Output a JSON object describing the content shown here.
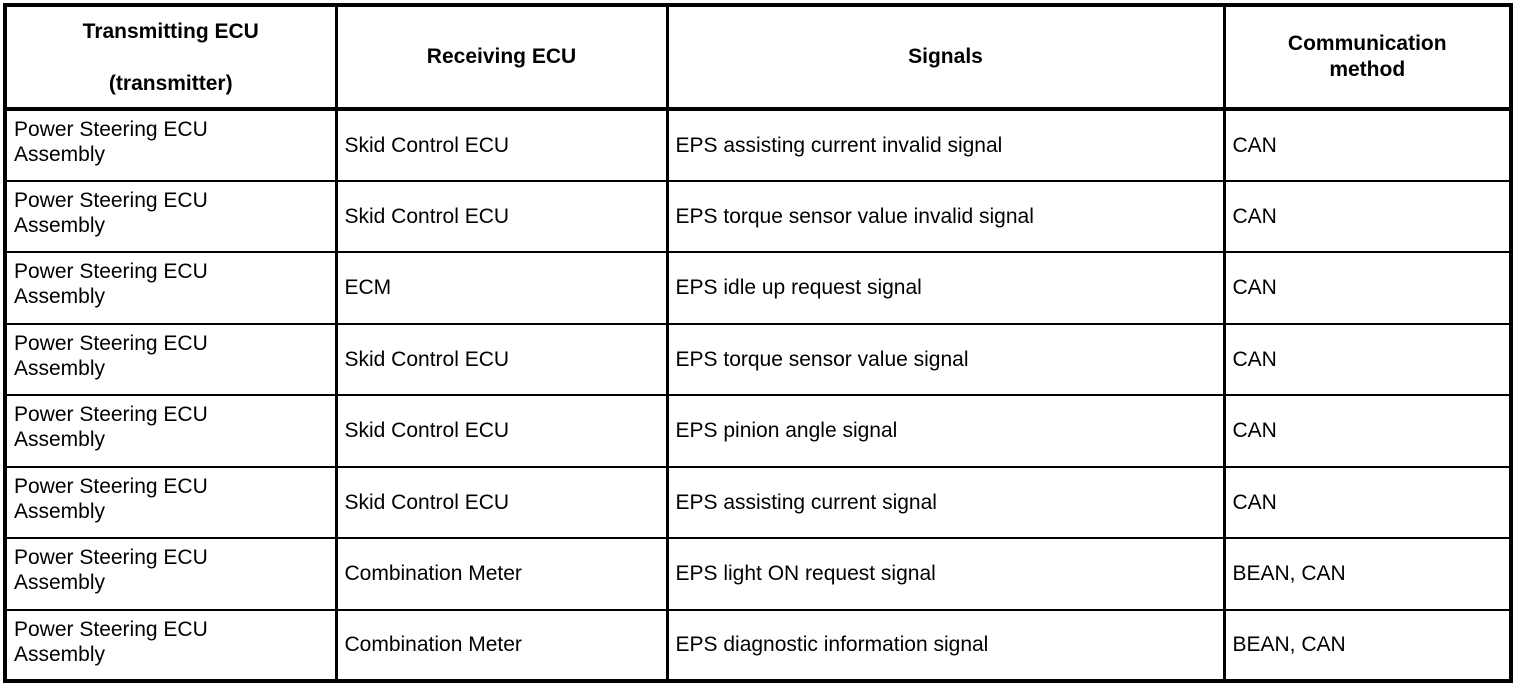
{
  "table": {
    "columns": [
      {
        "id": "transmitting_ecu",
        "line1": "Transmitting ECU",
        "line2": "(transmitter)"
      },
      {
        "id": "receiving_ecu",
        "line1": "Receiving ECU",
        "line2": ""
      },
      {
        "id": "signals",
        "line1": "Signals",
        "line2": ""
      },
      {
        "id": "communication_method",
        "line1": "Communication",
        "line2": "method"
      }
    ],
    "rows": [
      {
        "transmitter_line1": "Power Steering ECU",
        "transmitter_line2": "Assembly",
        "receiver": "Skid Control ECU",
        "signal": "EPS assisting current invalid signal",
        "method": "CAN"
      },
      {
        "transmitter_line1": "Power Steering ECU",
        "transmitter_line2": "Assembly",
        "receiver": "Skid Control ECU",
        "signal": "EPS torque sensor value invalid signal",
        "method": "CAN"
      },
      {
        "transmitter_line1": "Power Steering ECU",
        "transmitter_line2": "Assembly",
        "receiver": "ECM",
        "signal": "EPS idle up request signal",
        "method": "CAN"
      },
      {
        "transmitter_line1": "Power Steering ECU",
        "transmitter_line2": "Assembly",
        "receiver": "Skid Control ECU",
        "signal": "EPS torque sensor value signal",
        "method": "CAN"
      },
      {
        "transmitter_line1": "Power Steering ECU",
        "transmitter_line2": "Assembly",
        "receiver": "Skid Control ECU",
        "signal": "EPS pinion angle signal",
        "method": "CAN"
      },
      {
        "transmitter_line1": "Power Steering ECU",
        "transmitter_line2": "Assembly",
        "receiver": "Skid Control ECU",
        "signal": "EPS assisting current signal",
        "method": "CAN"
      },
      {
        "transmitter_line1": "Power Steering ECU",
        "transmitter_line2": "Assembly",
        "receiver": "Combination Meter",
        "signal": "EPS light ON request signal",
        "method": "BEAN, CAN"
      },
      {
        "transmitter_line1": "Power Steering ECU",
        "transmitter_line2": "Assembly",
        "receiver": "Combination Meter",
        "signal": "EPS diagnostic information signal",
        "method": "BEAN, CAN"
      }
    ]
  },
  "colors": {
    "border": "#000000",
    "text": "#000000",
    "background": "#ffffff"
  }
}
